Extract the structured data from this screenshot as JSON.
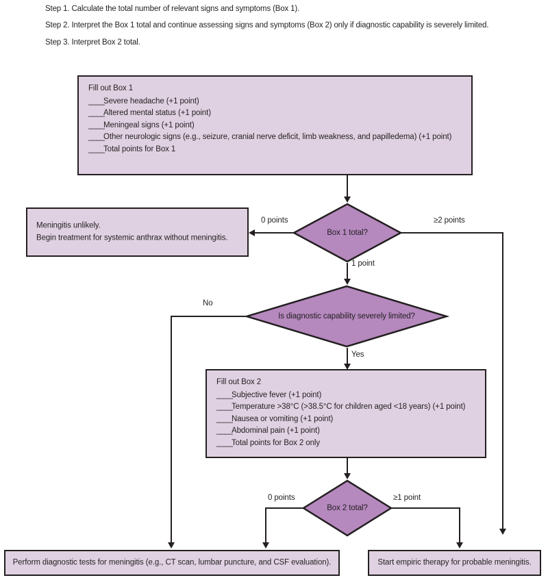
{
  "steps": [
    "Step 1. Calculate the total number of relevant signs and symptoms (Box 1).",
    "Step 2. Interpret the Box 1 total and continue assessing signs and symptoms (Box 2) only if diagnostic capability is severely limited.",
    "Step 3. Interpret Box 2 total."
  ],
  "colors": {
    "box_fill": "#e0d1e2",
    "diamond_fill": "#b588be",
    "stroke": "#231f20",
    "text": "#231f20"
  },
  "box1": {
    "header": "Fill out Box 1",
    "blank": "____",
    "items": [
      "Severe headache (+1 point)",
      "Altered mental status (+1 point)",
      "Meningeal signs (+1 point)",
      "Other neurologic signs (e.g., seizure, cranial nerve deficit, limb weakness, and papilledema) (+1 point)",
      "Total points for Box 1"
    ]
  },
  "box2": {
    "header": "Fill out Box 2",
    "blank": "____",
    "items": [
      "Subjective fever (+1 point)",
      "Temperature >38°C (>38.5°C for children aged <18 years) (+1 point)",
      "Nausea or vomiting (+1 point)",
      "Abdominal pain (+1 point)",
      "Total points for Box 2 only"
    ]
  },
  "decision1": {
    "label": "Box 1 total?",
    "edge_left": "0 points",
    "edge_right": "≥2 points",
    "edge_down": "1 point"
  },
  "decision2": {
    "label": "Is diagnostic capability severely limited?",
    "edge_left": "No",
    "edge_down": "Yes"
  },
  "decision3": {
    "label": "Box 2 total?",
    "edge_left": "0 points",
    "edge_right": "≥1 point"
  },
  "outcome_unlikely": {
    "line1": "Meningitis unlikely.",
    "line2": "Begin treatment for systemic anthrax without meningitis."
  },
  "outcome_diagnostic": {
    "text": "Perform diagnostic tests for meningitis (e.g., CT scan, lumbar puncture, and CSF evaluation)."
  },
  "outcome_empiric": {
    "text": "Start empiric therapy for probable meningitis."
  }
}
